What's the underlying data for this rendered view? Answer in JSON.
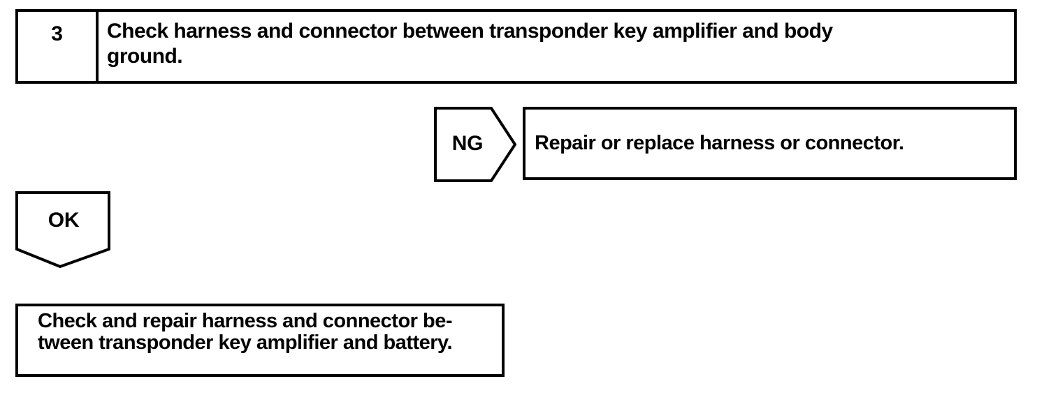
{
  "page": {
    "background": "#ffffff",
    "ink": "#000000"
  },
  "flowchart": {
    "step": {
      "number": "3",
      "instruction_lines": [
        "Check harness and connector between transponder key amplifier and body",
        "ground."
      ]
    },
    "ng": {
      "label": "NG",
      "result": "Repair or replace harness or connector."
    },
    "ok": {
      "label": "OK",
      "result_lines": [
        "Check and repair harness and connector be-",
        "tween transponder key amplifier and battery."
      ]
    }
  }
}
